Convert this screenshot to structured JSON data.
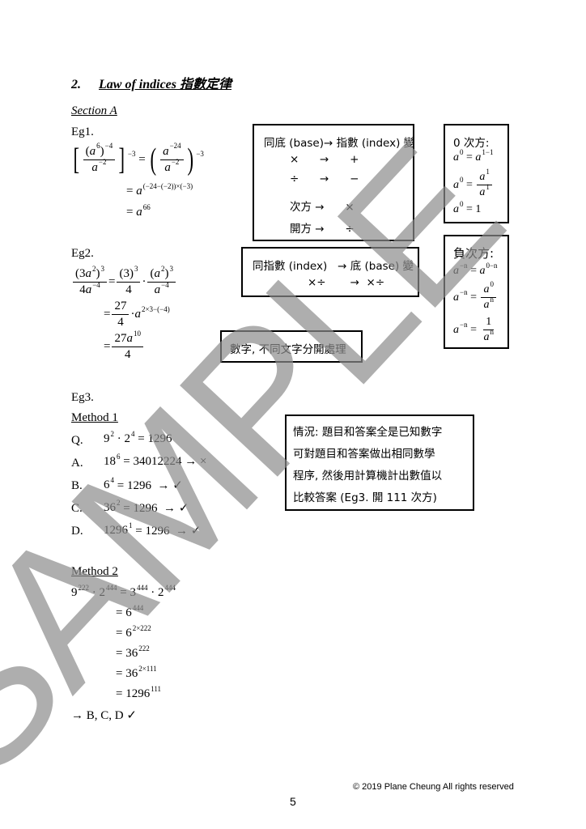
{
  "heading": {
    "number": "2.",
    "title": "Law of indices 指數定律"
  },
  "section": "Section A",
  "eg1": {
    "label": "Eg1.",
    "lines": [
      [
        {
          "big": "["
        },
        {
          "f": [
            [
              "(",
              {
                "i": "a"
              },
              {
                "s": "6"
              },
              ")",
              {
                "s": "−4"
              }
            ],
            [
              {
                "i": "a"
              },
              {
                "s": "−2"
              }
            ]
          ]
        },
        {
          "big": "]"
        },
        {
          "s": "−3"
        },
        " = ",
        {
          "big": "("
        },
        {
          "f": [
            [
              {
                "i": "a"
              },
              {
                "s": "−24"
              }
            ],
            [
              {
                "i": "a"
              },
              {
                "s": "−2"
              }
            ]
          ]
        },
        {
          "big": ")"
        },
        {
          "s": "−3"
        }
      ],
      [
        "= ",
        {
          "i": "a"
        },
        {
          "s": "(−24−(−2))×(−3)"
        }
      ],
      [
        "= ",
        {
          "i": "a"
        },
        {
          "s": "66"
        }
      ]
    ]
  },
  "eg2": {
    "label": "Eg2.",
    "lines": [
      [
        {
          "f": [
            [
              "(3",
              {
                "i": "a"
              },
              {
                "s": "2"
              },
              ")",
              {
                "s": "3"
              }
            ],
            [
              "4",
              {
                "i": "a"
              },
              {
                "s": "−4"
              }
            ]
          ]
        },
        "=",
        {
          "f": [
            [
              "(3)",
              {
                "s": "3"
              }
            ],
            [
              "4"
            ]
          ]
        },
        "·",
        {
          "f": [
            [
              "(",
              {
                "i": "a"
              },
              {
                "s": "2"
              },
              ")",
              {
                "s": "3"
              }
            ],
            [
              {
                "i": "a"
              },
              {
                "s": "−4"
              }
            ]
          ]
        }
      ],
      [
        "=",
        {
          "f": [
            [
              "27"
            ],
            [
              "4"
            ]
          ]
        },
        "·",
        {
          "i": "a"
        },
        {
          "s": "2×3−(−4)"
        }
      ],
      [
        "=",
        {
          "f": [
            [
              "27",
              {
                "i": "a"
              },
              {
                "s": "10"
              }
            ],
            [
              "4"
            ]
          ]
        }
      ]
    ]
  },
  "box_same_base": {
    "lines": [
      "同底 (base)→ 指數 (index) 變",
      "×      →      +",
      "÷      →      −",
      "次方 →      ×",
      "開方 →      ÷"
    ]
  },
  "box_zero_power": {
    "title": "0 次方:",
    "lines": [
      [
        {
          "i": "a"
        },
        {
          "s": "0"
        },
        " = ",
        {
          "i": "a"
        },
        {
          "s": "1−1"
        }
      ],
      [
        {
          "i": "a"
        },
        {
          "s": "0"
        },
        " = ",
        {
          "f": [
            [
              {
                "i": "a"
              },
              {
                "s": "1"
              }
            ],
            [
              {
                "i": "a"
              },
              {
                "s": "1"
              }
            ]
          ]
        }
      ],
      [
        {
          "i": "a"
        },
        {
          "s": "0"
        },
        " = 1"
      ]
    ]
  },
  "box_same_index": {
    "lines": [
      "同指數 (index)   → 底 (base) 變",
      "×÷       →  ×÷"
    ]
  },
  "box_negative_power": {
    "title": "負次方:",
    "lines": [
      [
        {
          "i": "a"
        },
        {
          "s": "−n"
        },
        " = ",
        {
          "i": "a"
        },
        {
          "s": "0−n"
        }
      ],
      [
        {
          "i": "a"
        },
        {
          "s": "−n"
        },
        " = ",
        {
          "f": [
            [
              {
                "i": "a"
              },
              {
                "s": "0"
              }
            ],
            [
              {
                "i": "a"
              },
              {
                "s": "n"
              }
            ]
          ]
        }
      ],
      [
        {
          "i": "a"
        },
        {
          "s": "−n"
        },
        " = ",
        {
          "f": [
            [
              "1"
            ],
            [
              {
                "i": "a"
              },
              {
                "s": "n"
              }
            ]
          ]
        }
      ]
    ]
  },
  "box_numbers": {
    "text": "數字, 不同文字分開處理"
  },
  "eg3": {
    "label": "Eg3.",
    "method1": {
      "title": "Method 1",
      "rows": [
        {
          "label": "Q.",
          "expr": [
            "9",
            {
              "s": "2"
            },
            " · 2",
            {
              "s": "4"
            },
            " = 1296"
          ]
        },
        {
          "label": "A.",
          "expr": [
            "18",
            {
              "s": "6"
            },
            " = 34012224 → ×"
          ]
        },
        {
          "label": "B.",
          "expr": [
            "6",
            {
              "s": "4"
            },
            " = 1296  → ✓"
          ]
        },
        {
          "label": "C.",
          "expr": [
            "36",
            {
              "s": "2"
            },
            " = 1296  → ✓"
          ]
        },
        {
          "label": "D.",
          "expr": [
            "1296",
            {
              "s": "1"
            },
            " = 1296  → ✓"
          ]
        }
      ]
    },
    "method2": {
      "title": "Method 2",
      "lines": [
        [
          "9",
          {
            "s": "222"
          },
          " · 2",
          {
            "s": "444"
          },
          " = 3",
          {
            "s": "444"
          },
          " · 2",
          {
            "s": "444"
          }
        ],
        [
          "= 6",
          {
            "s": "444"
          }
        ],
        [
          "= 6",
          {
            "s": "2×222"
          }
        ],
        [
          "= 36",
          {
            "s": "222"
          }
        ],
        [
          "= 36",
          {
            "s": "2×111"
          }
        ],
        [
          "= 1296",
          {
            "s": "111"
          }
        ]
      ],
      "conclusion": "→ B, C, D ✓"
    }
  },
  "box_situation": {
    "lines": [
      "情況: 題目和答案全是已知數字",
      "可對題目和答案做出相同數學",
      "程序, 然後用計算機計出數值以",
      "比較答案 (Eg3. 開 111 次方)"
    ]
  },
  "watermark": "SAMPLE",
  "footer": {
    "copyright": "© 2019 Plane Cheung All rights reserved",
    "page": "5"
  }
}
